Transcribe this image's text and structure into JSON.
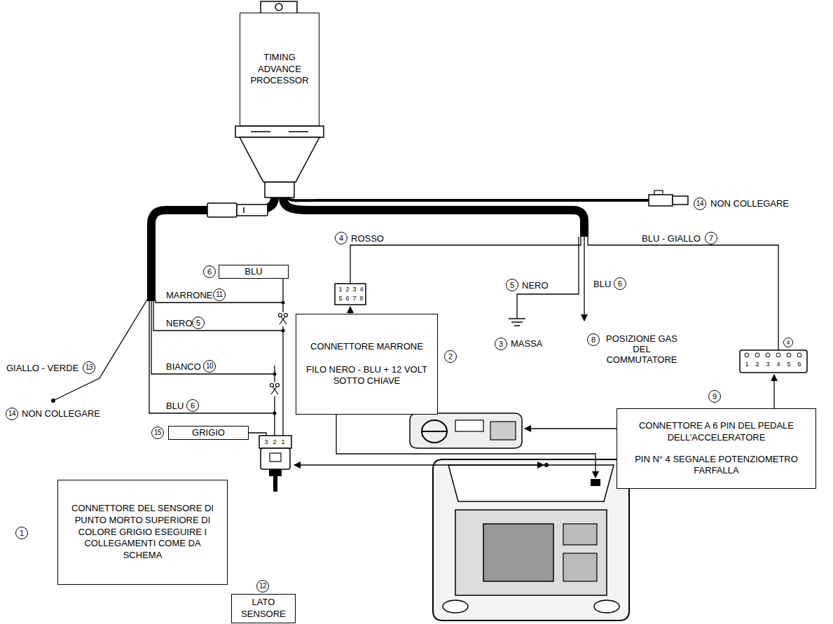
{
  "diagram": {
    "nodes": [
      {
        "text": [
          "TIMING ADVANCE PROCESSOR"
        ]
      },
      {
        "text": [
          "BLU"
        ]
      },
      {
        "text": [
          "CONNETTORE MARRONE",
          "FILO NERO - BLU + 12 VOLT SOTTO CHIAVE"
        ]
      },
      {
        "text": [
          "GRIGIO"
        ]
      },
      {
        "text": [
          "CONNETTORE DEL SENSORE DI PUNTO MORTO SUPERIORE DI COLORE GRIGIO ESEGUIRE I COLLEGAMENTI COME DA SCHEMA"
        ]
      },
      {
        "text": [
          "CONNETTORE A 6 PIN DEL PEDALE DELL’ACCELERATORE",
          "PIN N° 4 SEGNALE POTENZIOMETRO FARFALLA"
        ]
      },
      {
        "text": [
          "LATO SENSORE"
        ]
      }
    ],
    "labels": [
      "14",
      "NON COLLEGARE",
      "4",
      "ROSSO",
      "BLU - GIALLO",
      "7",
      "6",
      "MARRONE",
      "11",
      "NERO",
      "5",
      "5",
      "NERO",
      "BLU",
      "6",
      "GIALLO - VERDE",
      "13",
      "14",
      "NON COLLEGARE",
      "BIANCO",
      "10",
      "BLU",
      "6",
      "15",
      "1",
      "2",
      "3",
      "4",
      "5",
      "6",
      "7",
      "8",
      "3",
      "MASSA",
      "8",
      "POSIZIONE GAS DEL COMMUTATORE",
      "1",
      "2",
      "3",
      "4",
      "5",
      "6",
      "4",
      "9",
      "3",
      "2",
      "1",
      "1",
      "2",
      "12"
    ]
  }
}
